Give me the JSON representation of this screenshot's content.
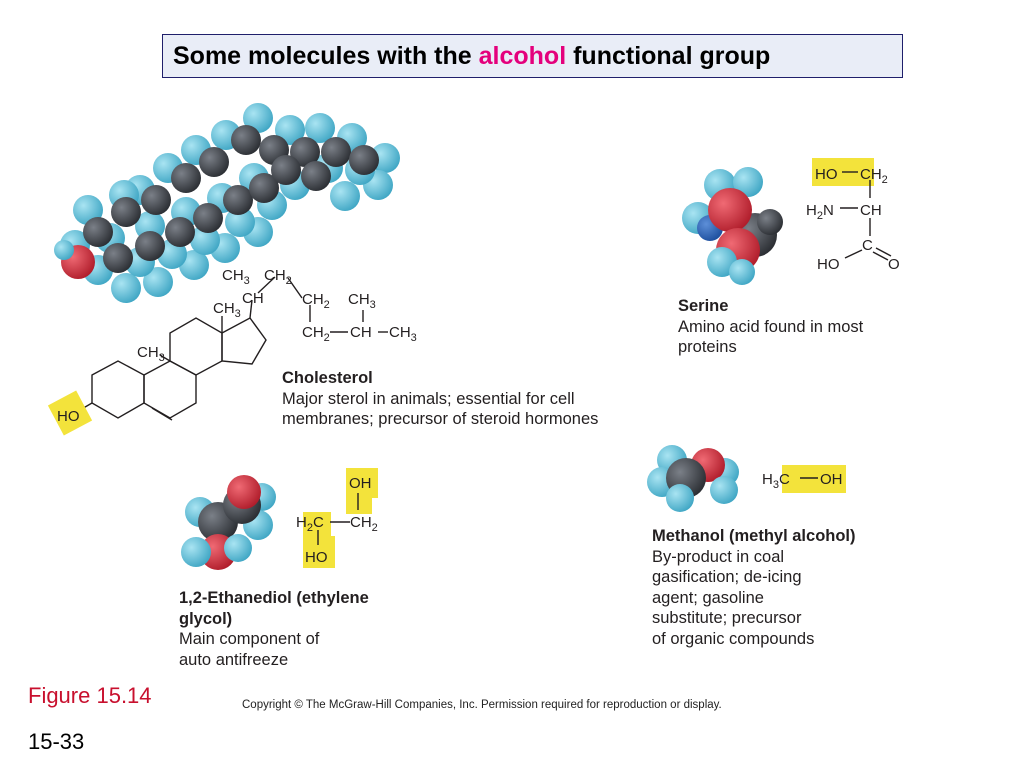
{
  "title": {
    "prefix": "Some molecules with the ",
    "highlight": "alcohol",
    "suffix": " functional group"
  },
  "cholesterol": {
    "name": "Cholesterol",
    "line1": "Major sterol in animals; essential for cell",
    "line2": "membranes; precursor of steroid hormones"
  },
  "serine": {
    "name": "Serine",
    "line1": "Amino acid found in most",
    "line2": "proteins"
  },
  "ethylene_glycol": {
    "name_line1": "1,2-Ethanediol (ethylene",
    "name_line2": "glycol)",
    "line1": "Main component of",
    "line2": "auto antifreeze"
  },
  "methanol": {
    "name": "Methanol (methyl alcohol)",
    "line1": "By-product in coal",
    "line2": "gasification; de-icing",
    "line3": "agent; gasoline",
    "line4": "substitute; precursor",
    "line5": "of organic compounds"
  },
  "figure_label": "Figure 15.14",
  "slide_number": "15-33",
  "copyright": "Copyright © The McGraw-Hill Companies, Inc. Permission required for reproduction or display.",
  "colors": {
    "carbon": "#3a3d42",
    "hydrogen": "#5ec2dc",
    "oxygen": "#d12d3c",
    "nitrogen": "#2563b8",
    "highlight": "#f3e33b",
    "accent": "#e4007c"
  }
}
